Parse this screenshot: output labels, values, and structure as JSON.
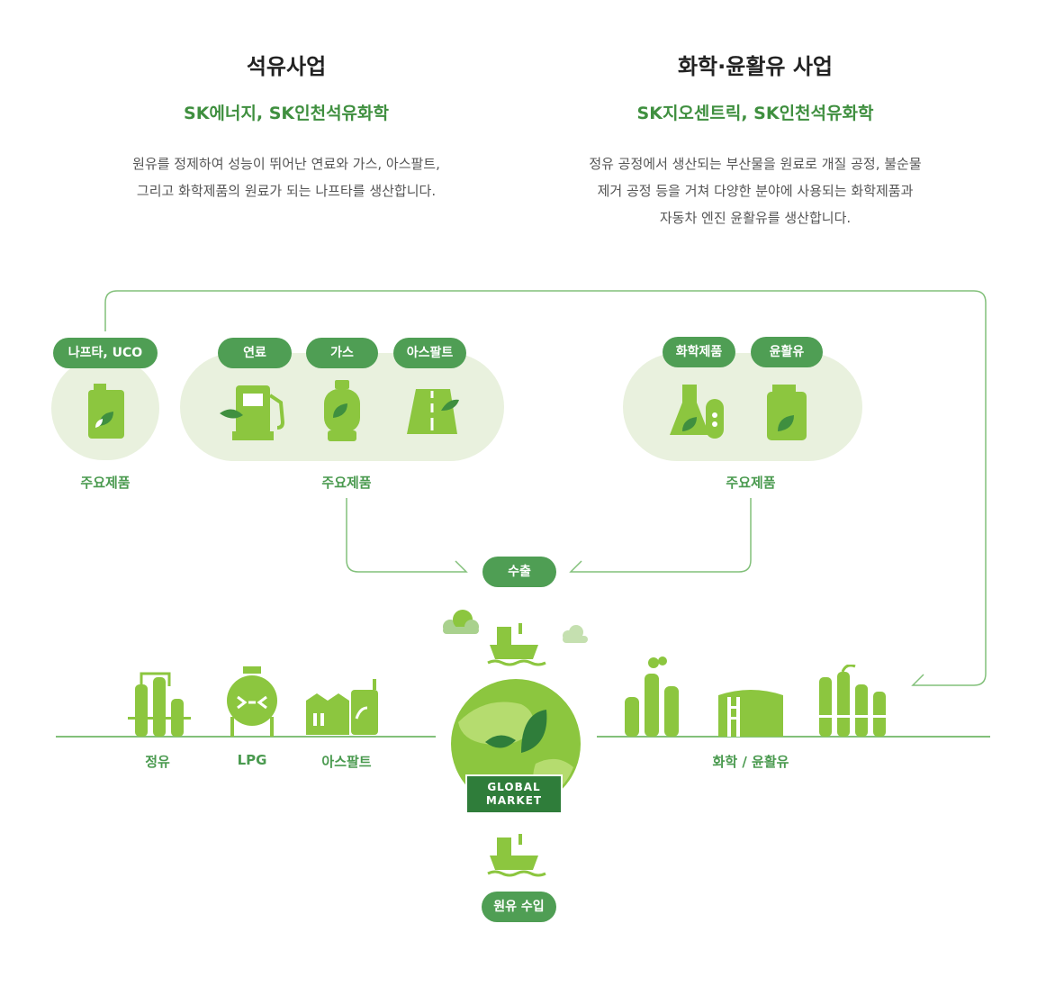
{
  "left_section": {
    "title": "석유사업",
    "companies": "SK에너지, SK인천석유화학",
    "desc_line1": "원유를 정제하여 성능이 뛰어난 연료와 가스, 아스팔트,",
    "desc_line2": "그리고 화학제품의 원료가 되는 나프타를 생산합니다."
  },
  "right_section": {
    "title": "화학·윤활유 사업",
    "companies": "SK지오센트릭, SK인천석유화학",
    "desc_line1": "정유 공정에서 생산되는 부산물을 원료로 개질 공정, 불순물",
    "desc_line2": "제거 공정 등을 거쳐 다양한 분야에 사용되는 화학제품과",
    "desc_line3": "자동차 엔진 윤활유를 생산합니다."
  },
  "products": {
    "naphtha_pill": "나프타, UCO",
    "fuel_pill": "연료",
    "gas_pill": "가스",
    "asphalt_pill": "아스팔트",
    "chemical_pill": "화학제품",
    "lube_pill": "윤활유",
    "group_label_1": "주요제품",
    "group_label_2": "주요제품",
    "group_label_3": "주요제품"
  },
  "flow": {
    "export_pill": "수출",
    "import_pill": "원유 수입",
    "market_line1": "GLOBAL",
    "market_line2": "MARKET"
  },
  "facilities": {
    "refining": "정유",
    "lpg": "LPG",
    "asphalt": "아스팔트",
    "chem_lube": "화학 / 윤활유"
  },
  "icons": [
    "can-icon",
    "fuel-pump-icon",
    "gas-cylinder-icon",
    "road-icon",
    "flask-icon",
    "oil-bottle-icon",
    "ship-icon",
    "cloud-icon",
    "globe-icon",
    "refinery-icon",
    "lpg-tank-icon",
    "asphalt-plant-icon",
    "chemical-plant-icon"
  ],
  "colors": {
    "accent": "#4f9e54",
    "text_green": "#3f8f3f",
    "bubble": "#e9f1de",
    "icon_green": "#8cc63f",
    "dark_green": "#2f7d3a"
  }
}
